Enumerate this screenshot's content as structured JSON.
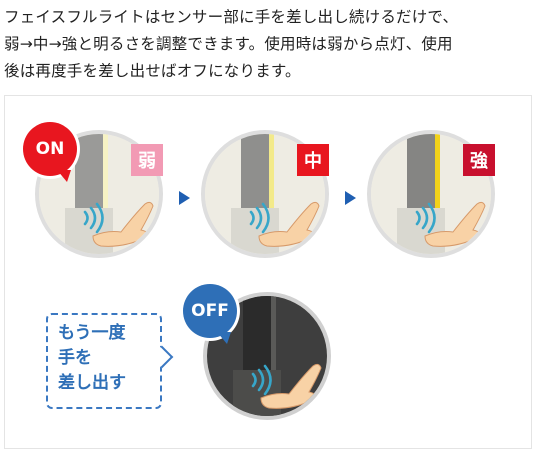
{
  "description": {
    "line1": "フェイスフルライトはセンサー部に手を差し出し続けるだけで、",
    "line2": "弱→中→強と明るさを調整できます。使用時は弱から点灯、使用",
    "line3": "後は再度手を差し出せばオフになります。"
  },
  "badges": {
    "on": "ON",
    "off": "OFF"
  },
  "levels": [
    {
      "label": "弱",
      "color": "#f29ab4"
    },
    {
      "label": "中",
      "color": "#e8161f"
    },
    {
      "label": "強",
      "color": "#c8102e"
    }
  ],
  "note": {
    "line1": "もう一度",
    "line2": "手を",
    "line3": "差し出す"
  },
  "colors": {
    "on_red": "#e8161f",
    "off_blue": "#2e6fb7",
    "arrow_blue": "#1f5fb2",
    "light_yellow": "#f2e14a"
  },
  "icons": {
    "step_arrow": "triangle-right-icon",
    "sensor": "sensor-waves-icon",
    "hand": "hand-icon"
  }
}
